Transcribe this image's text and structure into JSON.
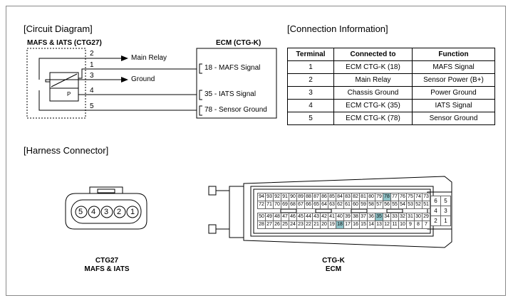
{
  "circuit": {
    "title": "[Circuit Diagram]",
    "sensor_label": "MAFS & IATS (CTG27)",
    "ecm_label": "ECM (CTG-K)",
    "sensor_box_p": "P",
    "main_relay": "Main Relay",
    "ground": "Ground",
    "pin_numbers": [
      "2",
      "1",
      "3",
      "4",
      "5"
    ],
    "ecm_signals": [
      "18 - MAFS Signal",
      "35 - IATS Signal",
      "78 - Sensor Ground"
    ]
  },
  "connection": {
    "title": "[Connection Information]",
    "headers": [
      "Terminal",
      "Connected to",
      "Function"
    ],
    "rows": [
      [
        "1",
        "ECM CTG-K (18)",
        "MAFS Signal"
      ],
      [
        "2",
        "Main Relay",
        "Sensor Power (B+)"
      ],
      [
        "3",
        "Chassis Ground",
        "Power Ground"
      ],
      [
        "4",
        "ECM CTG-K (35)",
        "IATS Signal"
      ],
      [
        "5",
        "ECM CTG-K (78)",
        "Sensor Ground"
      ]
    ]
  },
  "harness": {
    "title": "[Harness Connector]",
    "ctg27_pins": [
      "5",
      "4",
      "3",
      "2",
      "1"
    ],
    "ctg27_name": "CTG27",
    "ctg27_desc": "MAFS & IATS",
    "ctgk_name": "CTG-K",
    "ctgk_desc": "ECM",
    "ecm_row1": [
      "94",
      "93",
      "92",
      "91",
      "90",
      "89",
      "88",
      "87",
      "86",
      "85",
      "84",
      "83",
      "82",
      "81",
      "80",
      "79",
      "78",
      "77",
      "76",
      "75",
      "74",
      "73"
    ],
    "ecm_row2": [
      "72",
      "71",
      "70",
      "69",
      "68",
      "67",
      "66",
      "65",
      "64",
      "63",
      "62",
      "61",
      "60",
      "59",
      "58",
      "57",
      "56",
      "55",
      "54",
      "53",
      "52",
      "51"
    ],
    "ecm_row3": [
      "50",
      "49",
      "48",
      "47",
      "46",
      "45",
      "44",
      "43",
      "42",
      "41",
      "40",
      "39",
      "38",
      "37",
      "36",
      "35",
      "34",
      "33",
      "32",
      "31",
      "30",
      "29"
    ],
    "ecm_row4": [
      "28",
      "27",
      "26",
      "25",
      "24",
      "23",
      "22",
      "21",
      "20",
      "19",
      "18",
      "17",
      "16",
      "15",
      "14",
      "13",
      "12",
      "11",
      "10",
      "9",
      "8",
      "7"
    ],
    "ecm_small": [
      [
        "6",
        "5"
      ],
      [
        "4",
        "3"
      ],
      [
        "2",
        "1"
      ]
    ],
    "highlighted_pins": [
      "78",
      "35",
      "18"
    ]
  }
}
